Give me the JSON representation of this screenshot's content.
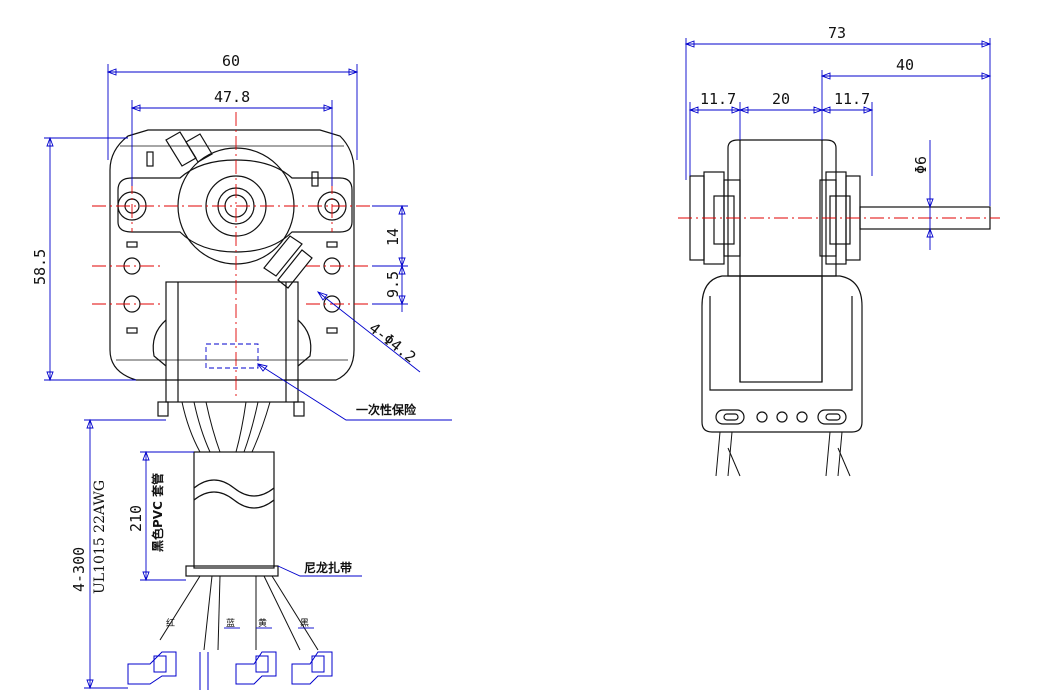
{
  "front_view": {
    "dim_width_total": "60",
    "dim_hole_span": "47.8",
    "dim_height": "58.5",
    "dim_upper_pitch": "14",
    "dim_lower_pitch": "9.5",
    "dim_holes": "4-Φ4.2",
    "label_fuse": "一次性保险",
    "label_sleeve_length": "210",
    "label_sleeve": "黑色PVC 套管",
    "label_lead_count": "4-300",
    "label_wire_spec": "UL1015 22AWG",
    "label_tie": "尼龙扎带",
    "wire_colors": [
      "红",
      "蓝",
      "黄",
      "黑"
    ]
  },
  "side_view": {
    "dim_total": "73",
    "dim_shaft": "40",
    "dim_left_bearing": "11.7",
    "dim_core": "20",
    "dim_right_bearing": "11.7",
    "dim_shaft_dia": "Φ6"
  },
  "colors": {
    "outline": "#111111",
    "dimension": "#0000cc",
    "centerline": "#e00000"
  }
}
